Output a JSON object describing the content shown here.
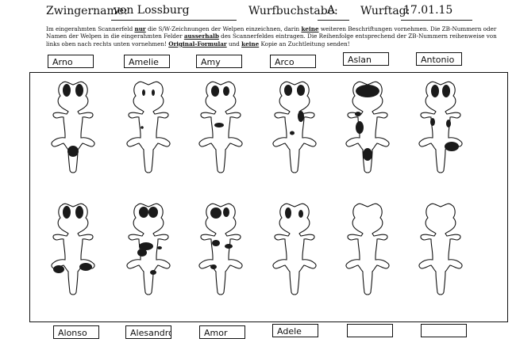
{
  "header": {
    "zwinger_label": "Zwingername:",
    "zwinger_value": "von Lossburg",
    "wurfbuchstabe_label": "Wurfbuchstabe:",
    "wurfbuchstabe_value": "A",
    "wurftag_label": "Wurftag:",
    "wurftag_value": "17.01.15"
  },
  "instructions": {
    "p1": "Im eingerahmten Scannerfeld ",
    "b1": "nur",
    "p2": " die S/W-Zeichnungen der Welpen einzeichnen, darin ",
    "b2": "keine",
    "p3": " weiteren Beschriftungen vornehmen. Die ZB-Nummern oder Namen der Welpen in die eingerahmten Felder ",
    "b3": "ausserhalb",
    "p4": " des Scannerfeldes eintragen. Die Reihenfolge entsprechend der ZB-Nummern reihenweise von links oben nach rechts unten vornehmen! ",
    "b4": "Original-Formular",
    "p5": " und ",
    "b5": "keine",
    "p6": " Kopie an Zuchtleitung senden!"
  },
  "top_names": [
    "Arno",
    "Amelie",
    "Amy",
    "Arco",
    "Aslan",
    "Antonio"
  ],
  "bottom_names": [
    "Alonso",
    "Alesandro",
    "Amor",
    "Adele",
    "",
    ""
  ],
  "colors": {
    "ink": "#111111",
    "paper": "#ffffff",
    "spot": "#1a1a1a"
  }
}
